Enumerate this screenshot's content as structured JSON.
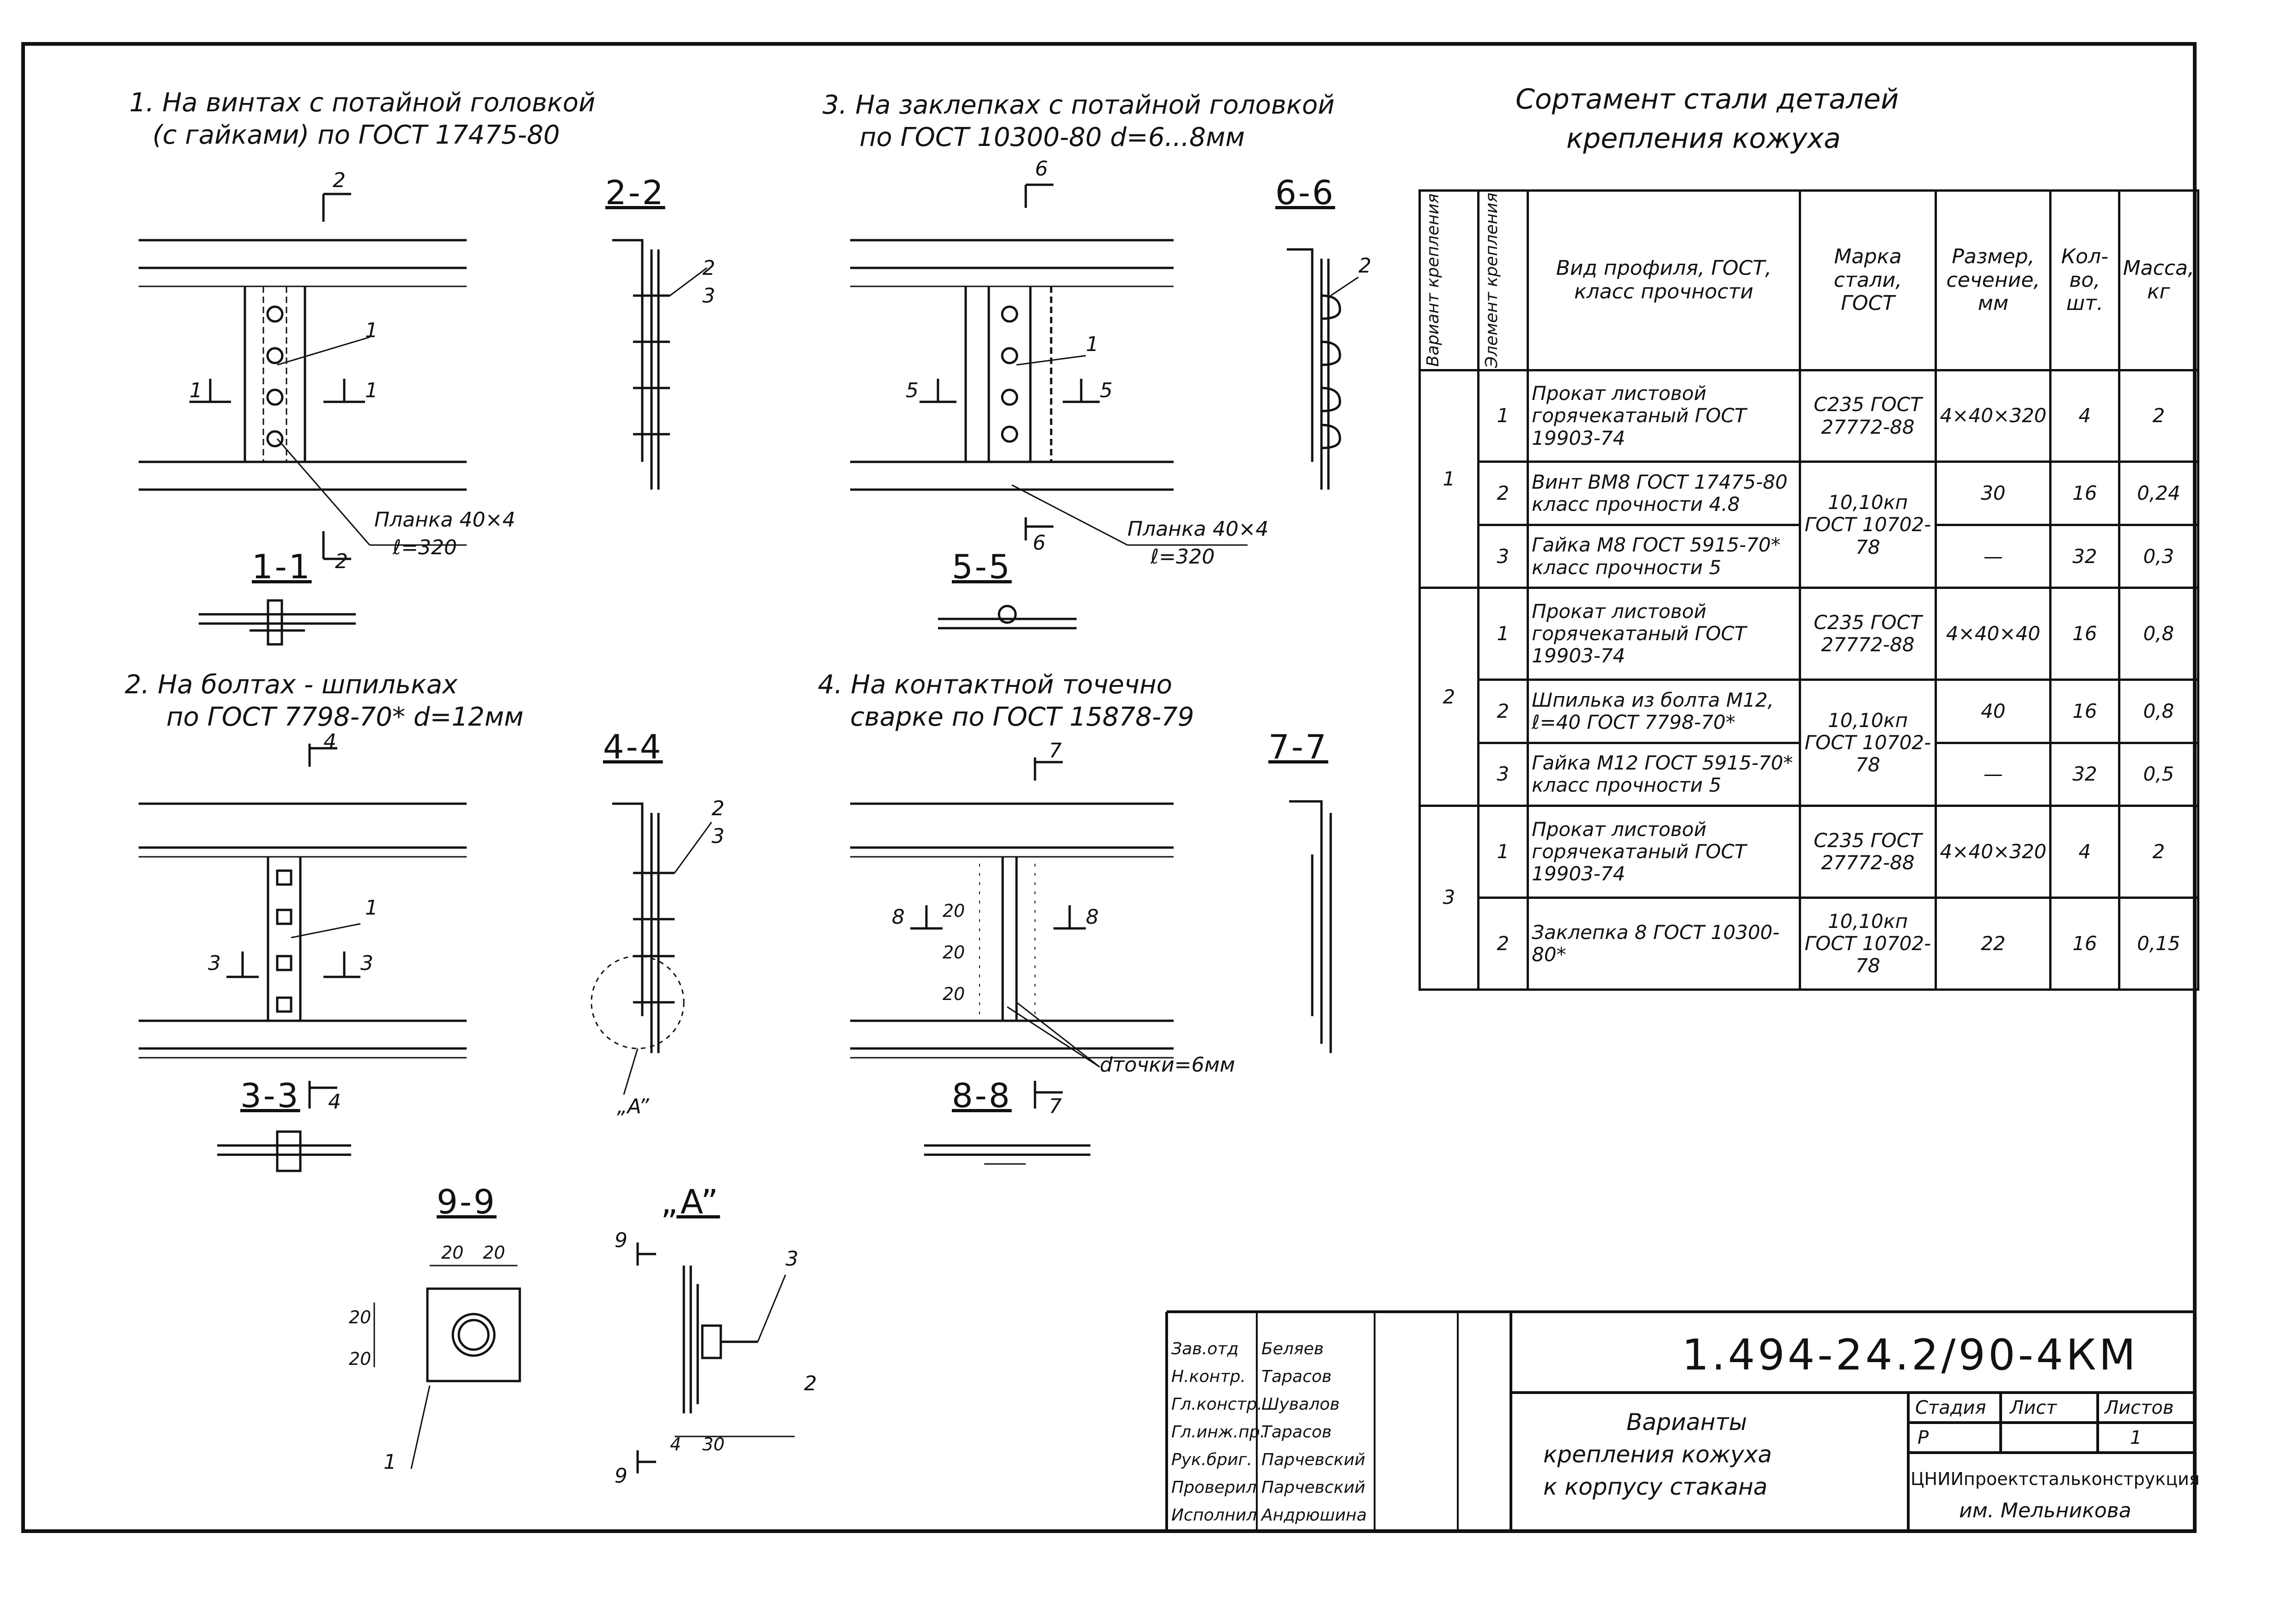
{
  "titles": {
    "v1_line1": "1. На винтах с потайной головкой",
    "v1_line2": "(с гайками) по ГОСТ 17475-80",
    "v2_line1": "2. На болтах - шпильках",
    "v2_line2": "по ГОСТ 7798-70* d=12мм",
    "v3_line1": "3. На заклепках с потайной головкой",
    "v3_line2": "по ГОСТ 10300-80 d=6...8мм",
    "v4_line1": "4. На контактной точечно",
    "v4_line2": "сварке по ГОСТ 15878-79"
  },
  "sections": {
    "s22": "2-2",
    "s11": "1-1",
    "s66": "6-6",
    "s55": "5-5",
    "s44": "4-4",
    "s33": "3-3",
    "s77": "7-7",
    "s88": "8-8",
    "s99": "9-9",
    "sA": "„A”"
  },
  "labels": {
    "plank": "Планка 40×4",
    "l320": "ℓ=320",
    "dot": "dточки=6мм",
    "n1": "1",
    "n2": "2",
    "n3": "3",
    "n4": "4",
    "n5": "5",
    "n6": "6",
    "n7": "7",
    "n8": "8",
    "n9": "9",
    "d20": "20",
    "d30": "30",
    "a_ref": "„A”"
  },
  "table": {
    "title_line1": "Сортамент стали деталей",
    "title_line2": "крепления кожуха",
    "headers": {
      "variant": "Вариант крепления",
      "element": "Элемент крепления",
      "profile": "Вид профиля, ГОСТ, класс прочности",
      "grade": "Марка стали, ГОСТ",
      "size": "Размер, сечение, мм",
      "qty": "Кол-во, шт.",
      "mass": "Масса, кг"
    },
    "rows": [
      {
        "variant": "1",
        "element": "1",
        "profile": "Прокат листовой горячекатаный ГОСТ 19903-74",
        "grade": "С235 ГОСТ 27772-88",
        "size": "4×40×320",
        "qty": "4",
        "mass": "2"
      },
      {
        "variant": "",
        "element": "2",
        "profile": "Винт ВМ8 ГОСТ 17475-80 класс прочности 4.8",
        "grade": "10,10кп ГОСТ 10702-78",
        "size": "30",
        "qty": "16",
        "mass": "0,24"
      },
      {
        "variant": "",
        "element": "3",
        "profile": "Гайка М8 ГОСТ 5915-70* класс прочности 5",
        "grade": "",
        "size": "—",
        "qty": "32",
        "mass": "0,3"
      },
      {
        "variant": "2",
        "element": "1",
        "profile": "Прокат листовой горячекатаный ГОСТ 19903-74",
        "grade": "С235 ГОСТ 27772-88",
        "size": "4×40×40",
        "qty": "16",
        "mass": "0,8"
      },
      {
        "variant": "",
        "element": "2",
        "profile": "Шпилька из болта М12, ℓ=40 ГОСТ 7798-70*",
        "grade": "10,10кп ГОСТ 10702-78",
        "size": "40",
        "qty": "16",
        "mass": "0,8"
      },
      {
        "variant": "",
        "element": "3",
        "profile": "Гайка М12 ГОСТ 5915-70* класс прочности 5",
        "grade": "",
        "size": "—",
        "qty": "32",
        "mass": "0,5"
      },
      {
        "variant": "3",
        "element": "1",
        "profile": "Прокат листовой горячекатаный ГОСТ 19903-74",
        "grade": "С235 ГОСТ 27772-88",
        "size": "4×40×320",
        "qty": "4",
        "mass": "2"
      },
      {
        "variant": "",
        "element": "2",
        "profile": "Заклепка 8 ГОСТ 10300-80*",
        "grade": "10,10кп ГОСТ 10702-78",
        "size": "22",
        "qty": "16",
        "mass": "0,15"
      }
    ]
  },
  "title_block": {
    "roles": [
      "Зав.отд",
      "Н.контр.",
      "Гл.констр.",
      "Гл.инж.пр.",
      "Рук.бриг.",
      "Проверил",
      "Исполнил"
    ],
    "names": [
      "Беляев",
      "Тарасов",
      "Шувалов",
      "Тарасов",
      "Парчевский",
      "Парчевский",
      "Андрюшина"
    ],
    "code": "1.494-24.2/90-4КМ",
    "desc_line1": "Варианты",
    "desc_line2": "крепления кожуха",
    "desc_line3": "к корпусу стакана",
    "stage_h": "Стадия",
    "sheet_h": "Лист",
    "sheets_h": "Листов",
    "stage": "Р",
    "sheet": "",
    "sheets": "1",
    "org_line1": "ЦНИИпроектстальконструкция",
    "org_line2": "им. Мельникова"
  }
}
